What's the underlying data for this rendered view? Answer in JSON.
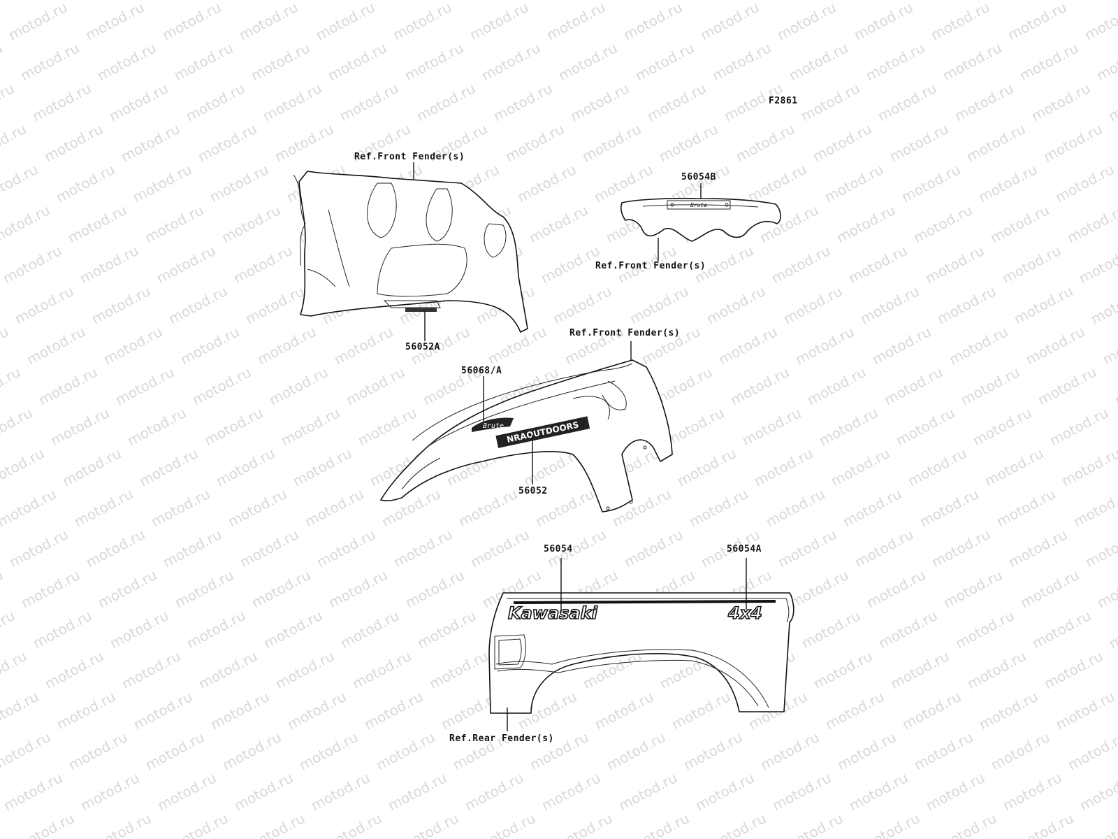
{
  "figure_code": "F2861",
  "watermark": "motod.ru",
  "labels": {
    "ref_front_fender_1": "Ref.Front Fender(s)",
    "ref_front_fender_2": "Ref.Front Fender(s)",
    "ref_front_fender_3": "Ref.Front Fender(s)",
    "ref_rear_fender": "Ref.Rear Fender(s)",
    "part_56054B": "56054B",
    "part_56052A": "56052A",
    "part_56068A": "56068/A",
    "part_56052": "56052",
    "part_56054": "56054",
    "part_56054A": "56054A"
  },
  "decals": {
    "kawasaki": "Kawasaki",
    "four_by_four": "4x4",
    "nra": "NRAOUTDOORS",
    "brute": "Brute"
  }
}
